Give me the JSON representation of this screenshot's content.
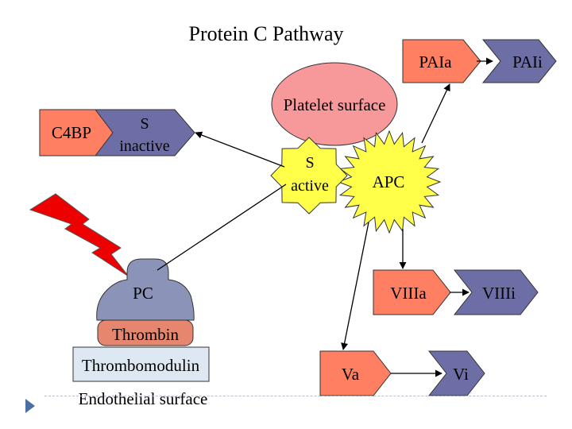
{
  "title": "Protein C Pathway",
  "labels": {
    "c4bp": "C4BP",
    "s_inactive": [
      "S",
      "inactive"
    ],
    "platelet_surface": "Platelet surface",
    "s_active": [
      "S",
      "active"
    ],
    "apc": "APC",
    "paia": "PAIa",
    "paii": "PAIi",
    "pc": "PC",
    "thrombin": "Thrombin",
    "thrombomodulin": "Thrombomodulin",
    "endothelial_surface": "Endothelial surface",
    "viiia": "VIIIa",
    "viiii": "VIIIi",
    "va": "Va",
    "vi": "Vi"
  },
  "colors": {
    "salmon": "#ff7f62",
    "slate": "#6e6ea6",
    "platelet_pink": "#f7989a",
    "star_yellow": "#ffff4a",
    "lightning_red": "#ee0000",
    "pc_dome": "#8b93b8",
    "thrombin_fill": "#e6866f",
    "thrombomodulin_fill": "#dde8f2"
  },
  "icons": {
    "bullet": "triangle-bullet-icon",
    "lightning": "lightning-bolt-icon"
  }
}
